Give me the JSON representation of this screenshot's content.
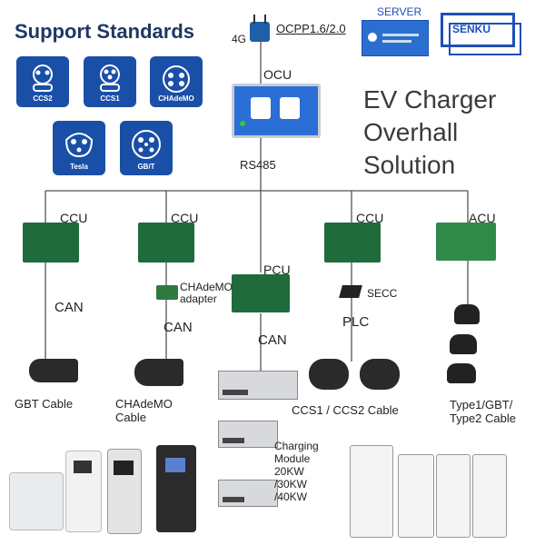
{
  "support": {
    "title": "Support Standards",
    "standards": [
      {
        "label": "CCS2",
        "icon": "ccs2-connector-icon"
      },
      {
        "label": "CCS1",
        "icon": "ccs1-connector-icon"
      },
      {
        "label": "CHAdeMO",
        "icon": "chademo-connector-icon"
      },
      {
        "label": "Tesla",
        "icon": "tesla-connector-icon"
      },
      {
        "label": "GB/T",
        "icon": "gbt-connector-icon"
      }
    ]
  },
  "top": {
    "server_label": "SERVER",
    "ocpp_label": "OCPP1.6/2.0",
    "network_label": "4G",
    "brand": "SENKU",
    "ocu_label": "OCU",
    "bus_label": "RS485"
  },
  "headline": "EV Charger Overhall Solution",
  "controllers": {
    "ccu_label": "CCU",
    "acu_label": "ACU",
    "pcu_label": "PCU",
    "chademo_adapter_label": "CHAdeMO adapter",
    "secc_label": "SECC"
  },
  "links": {
    "can_label": "CAN",
    "plc_label": "PLC"
  },
  "cables": {
    "gbt": "GBT Cable",
    "chademo": "CHAdeMO Cable",
    "ccs": "CCS1 / CCS2 Cable",
    "ac": "Type1/GBT/ Type2 Cable"
  },
  "module": {
    "label": "Charging Module 20KW /30KW /40KW"
  },
  "colors": {
    "standard_tile": "#1a4fa8",
    "board_green": "#1f6b3c",
    "line": "#555555",
    "brand_blue": "#1d4fb8"
  }
}
